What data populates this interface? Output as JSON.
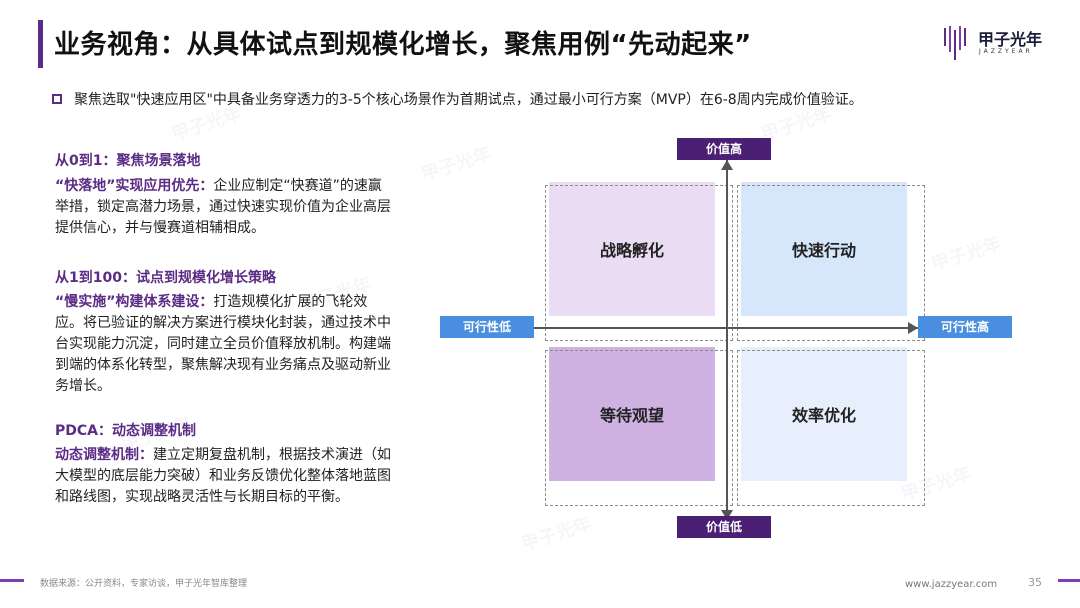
{
  "header": {
    "title": "业务视角：从具体试点到规模化增长，聚焦用例“先动起来”",
    "logo_cn": "甲子光年",
    "logo_en": "JAZZYEAR"
  },
  "intro": "聚焦选取\"快速应用区\"中具备业务穿透力的3-5个核心场景作为首期试点，通过最小可行方案（MVP）在6-8周内完成价值验证。",
  "sections": [
    {
      "heading": "从0到1：聚焦场景落地",
      "lead": "“快落地”实现应用优先：",
      "body": "企业应制定“快赛道”的速赢举措，锁定高潜力场景，通过快速实现价值为企业高层提供信心，并与慢赛道相辅相成。"
    },
    {
      "heading": "从1到100：试点到规模化增长策略",
      "lead": "“慢实施”构建体系建设：",
      "body": "打造规模化扩展的飞轮效应。将已验证的解决方案进行模块化封装，通过技术中台实现能力沉淀，同时建立全员价值释放机制。构建端到端的体系化转型，聚焦解决现有业务痛点及驱动新业务增长。"
    },
    {
      "heading": "PDCA：动态调整机制",
      "lead": "动态调整机制：",
      "body": "建立定期复盘机制，根据技术演进（如大模型的底层能力突破）和业务反馈优化整体落地蓝图和路线图，实现战略灵活性与长期目标的平衡。"
    }
  ],
  "matrix": {
    "axis_top": "价值高",
    "axis_bottom": "价值低",
    "axis_left": "可行性低",
    "axis_right": "可行性高",
    "quadrants": {
      "top_left": "战略孵化",
      "top_right": "快速行动",
      "bottom_left": "等待观望",
      "bottom_right": "效率优化"
    },
    "colors": {
      "value_axis": "#4b1f73",
      "feasibility_axis": "#4a8ee0",
      "top_left": "#eadcf3",
      "top_right": "#d6e6fb",
      "bottom_left": "#cfb1e2",
      "bottom_right": "#e6effb"
    }
  },
  "footer": {
    "source": "数据来源：公开资料，专家访谈，甲子光年智库整理",
    "url": "www.jazzyear.com",
    "page": "35"
  }
}
